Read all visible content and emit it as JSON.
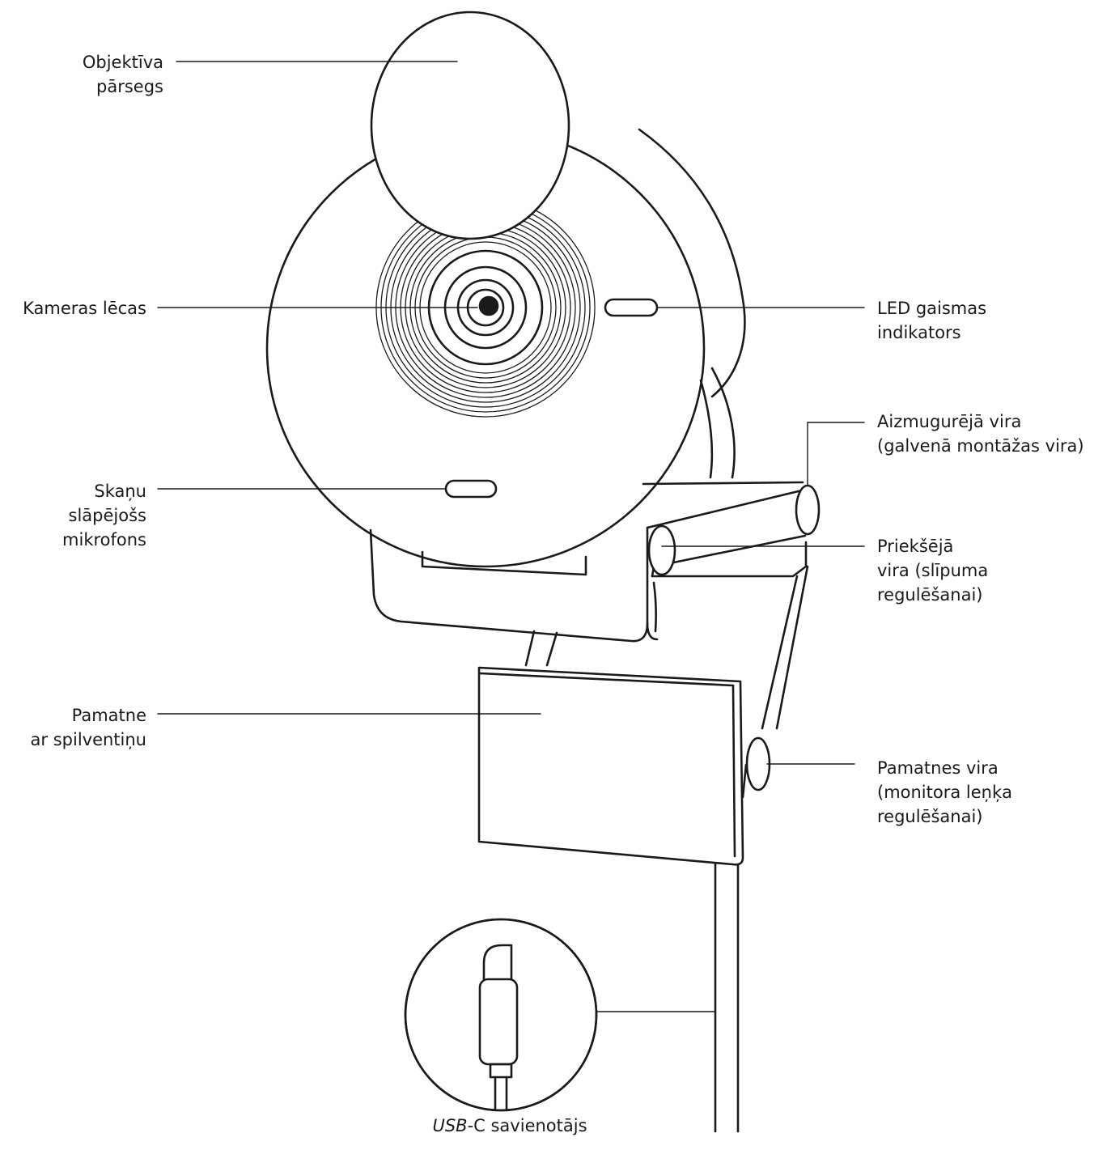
{
  "labels": {
    "lens_cover": "Objektīva\npārsegs",
    "camera_lens": "Kameras lēcas",
    "noise_mic": "Skaņu\nslāpējošs\nmikrofons",
    "base_pad": "Pamatne\nar spilventiņu",
    "led": "LED gaismas\nindikators",
    "rear_hinge": "Aizmugurējā vira\n(galvenā montāžas vira)",
    "front_hinge": "Priekšējā\nvira (slīpuma\nregulēšanai)",
    "base_hinge": "Pamatnes vira\n(monitora leņķa\nregulēšanai)",
    "usbc_prefix": "USB",
    "usbc_suffix": "-C savienotājs"
  },
  "colors": {
    "stroke": "#1a1a1a",
    "background": "#ffffff"
  }
}
